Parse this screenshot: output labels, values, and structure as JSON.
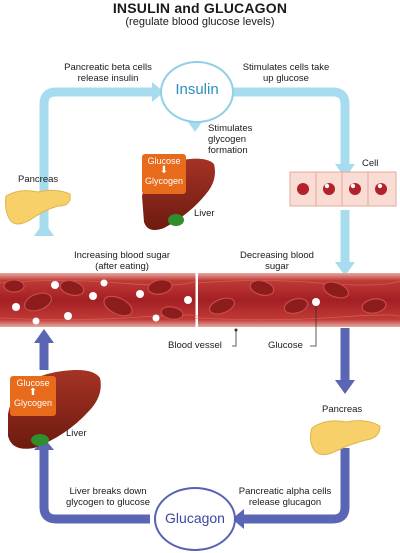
{
  "title": "INSULIN and GLUCAGON",
  "subtitle": "(regulate blood glucose levels)",
  "insulin": "Insulin",
  "glucagon": "Glucagon",
  "labels": {
    "beta_cells": "Pancreatic beta cells release insulin",
    "stimulates_uptake": "Stimulates cells take up glucose",
    "stimulates_glycogen": "Stimulates glycogen formation",
    "cell": "Cell",
    "pancreas_top": "Pancreas",
    "liver_top": "Liver",
    "increasing": "Increasing blood sugar (after eating)",
    "decreasing": "Decreasing blood sugar",
    "blood_vessel": "Blood vessel",
    "glucose": "Glucose",
    "pancreas_bottom": "Pancreas",
    "liver_bottom": "Liver",
    "liver_breaks": "Liver breaks down glycogen to glucose",
    "alpha_cells": "Pancreatic alpha cells release glucagon"
  },
  "chip_top": {
    "from": "Glucose",
    "to": "Glycogen",
    "arrow": "down"
  },
  "chip_bottom": {
    "from": "Glucose",
    "to": "Glycogen",
    "arrow": "up"
  },
  "colors": {
    "insulin_arrow": "#a6dced",
    "glucagon_arrow": "#5a66b4",
    "vessel": "#b52a2e",
    "liver": "#8a2418",
    "pancreas": "#f7d06a",
    "chip": "#e86a1b"
  }
}
